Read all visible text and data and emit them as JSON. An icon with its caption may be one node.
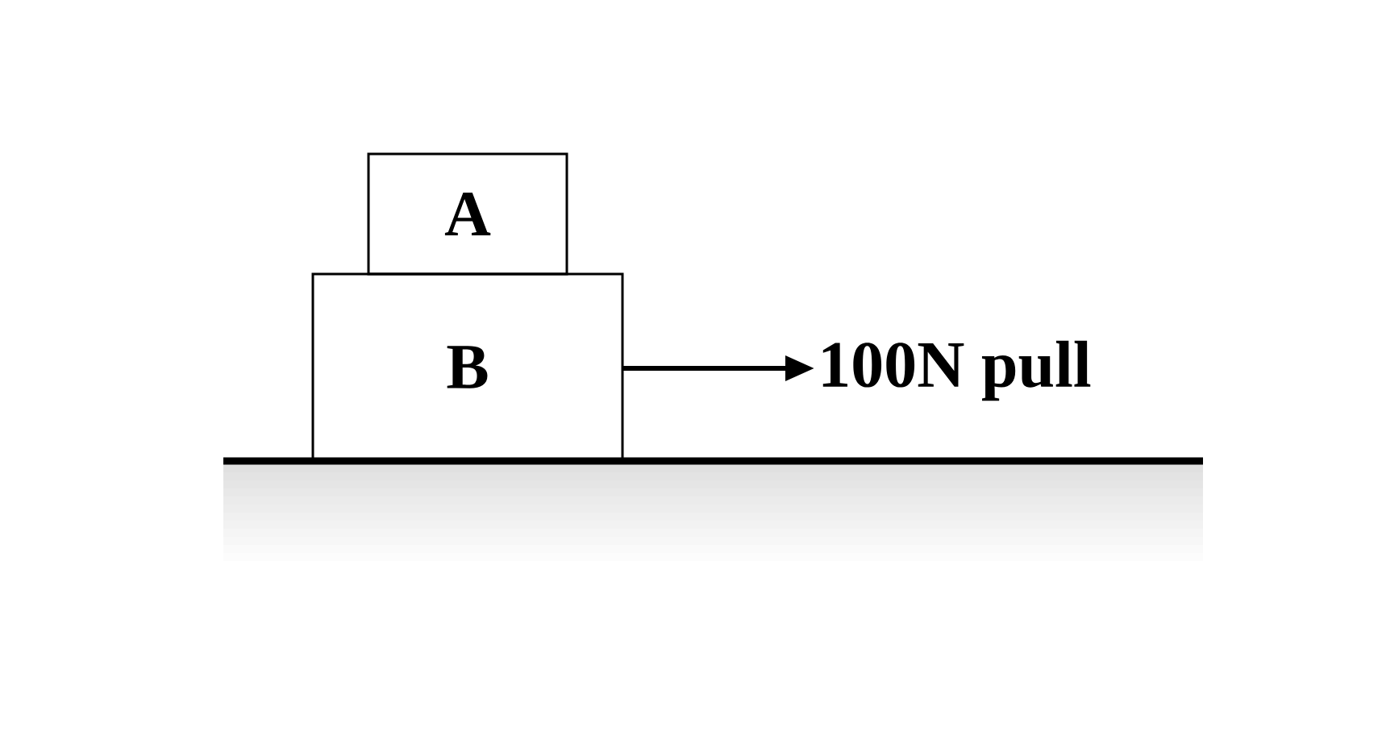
{
  "diagram": {
    "nodes": [
      {
        "text": [
          "A"
        ]
      },
      {
        "text": [
          "B"
        ]
      },
      {
        "text": [
          "100N pull"
        ]
      }
    ],
    "edges": [
      {
        "from": 1,
        "to": 2,
        "arrow": "to"
      }
    ]
  }
}
